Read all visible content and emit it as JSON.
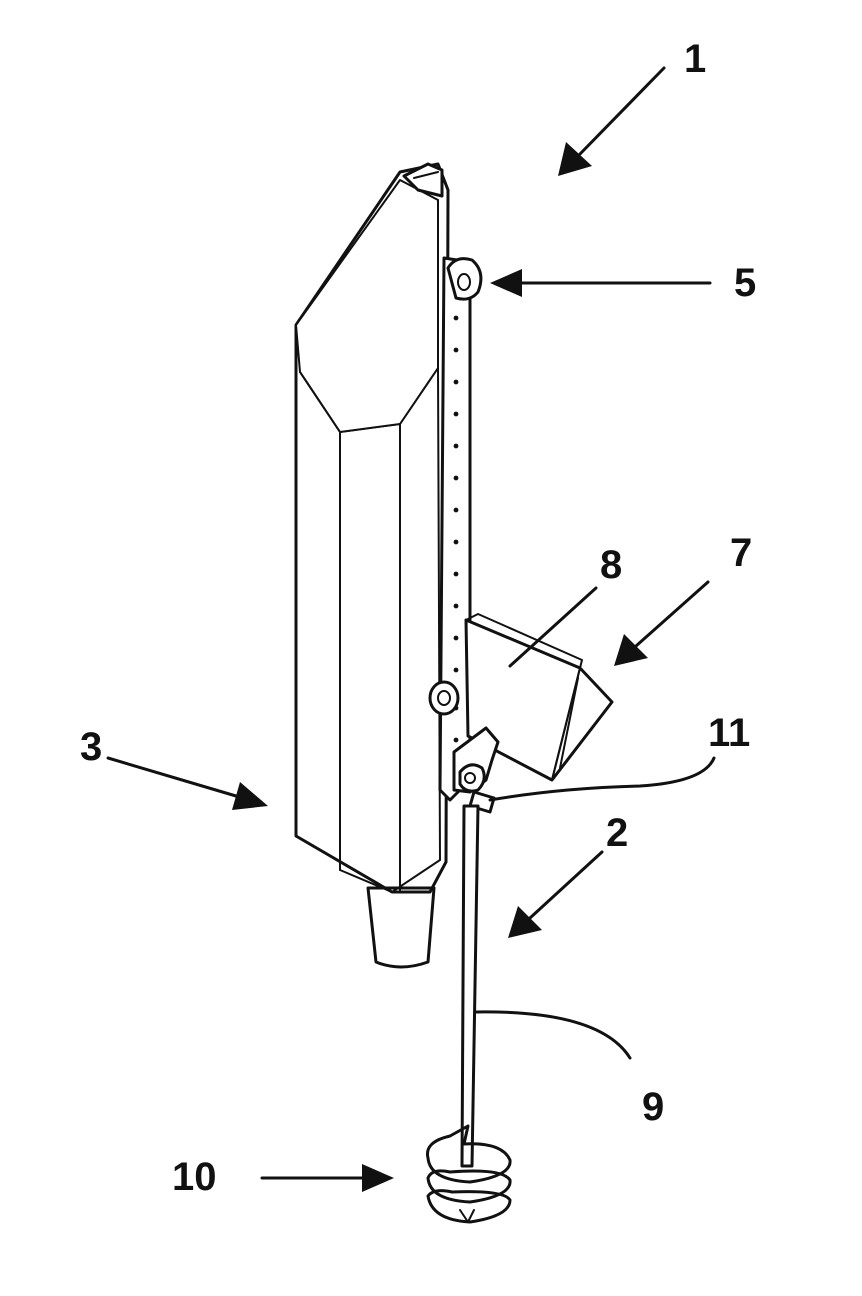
{
  "figure": {
    "labels": {
      "assembly": "1",
      "anchor_rod_assembly": "2",
      "housing": "3",
      "mounting_eye": "5",
      "side_box": "7",
      "side_box_face": "8",
      "rod": "9",
      "auger": "10",
      "clamp": "11"
    }
  }
}
